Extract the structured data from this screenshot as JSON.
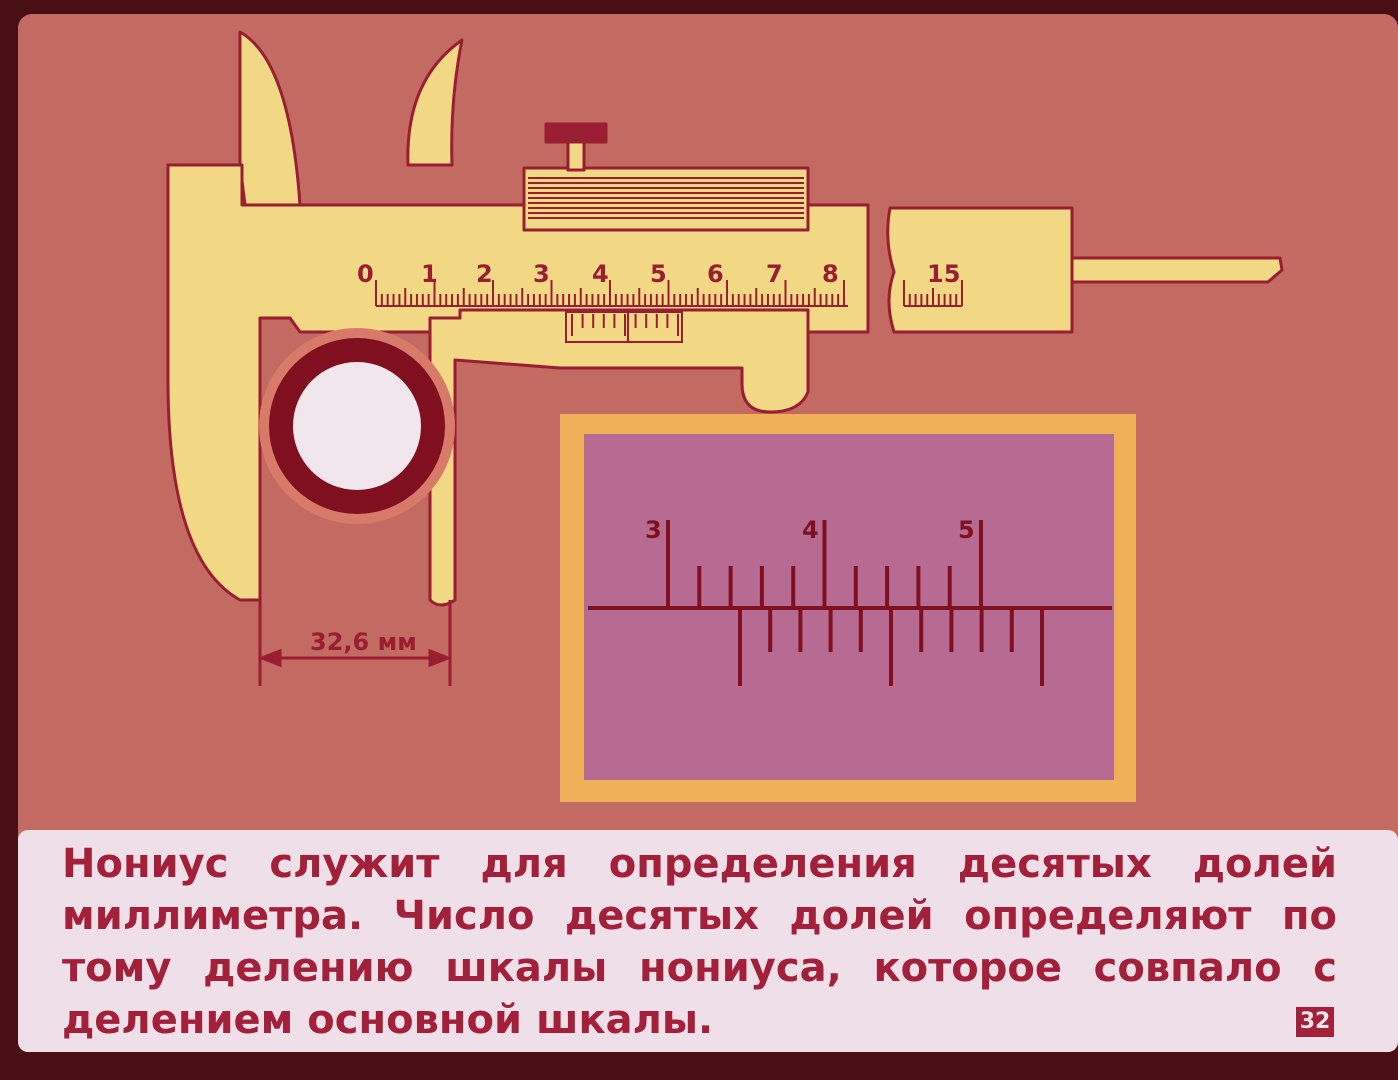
{
  "caliper": {
    "main_scale_numbers": [
      "0",
      "1",
      "2",
      "3",
      "4",
      "5",
      "6",
      "7",
      "8"
    ],
    "far_scale_number": "15",
    "dimension_label": "32,6 мм"
  },
  "vernier_zoom": {
    "numbers": [
      "3",
      "4",
      "5"
    ]
  },
  "caption": {
    "lines": [
      "Нониус служит для определения десятых долей",
      "миллиметра. Число десятых долей определяют по",
      "тому делению шкалы нониуса, которое совпало с",
      "делением основной шкалы."
    ]
  },
  "page_number": "32",
  "colors": {
    "background": "#c36a62",
    "caliper": "#f2d785",
    "outline": "#9a1e32",
    "zoom_frame": "#f0b05a",
    "zoom_panel": "#b76b92",
    "caption_bg": "#efdfe9",
    "text": "#a3203a"
  }
}
